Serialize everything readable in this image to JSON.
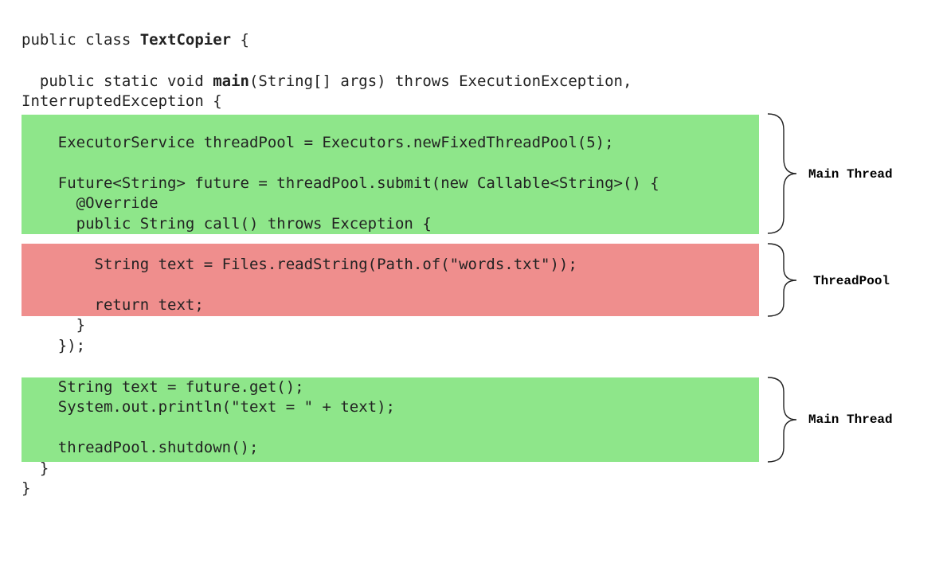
{
  "colors": {
    "main_thread_highlight": "#8ee68a",
    "thread_pool_highlight": "#ef8e8d"
  },
  "code": {
    "class_decl": {
      "keyword": "public class ",
      "name": "TextCopier",
      "rest": " {"
    },
    "main_decl": {
      "keyword": "  public static void ",
      "name": "main",
      "rest": "(String[] args) throws ExecutionException,"
    },
    "main_decl_cont": "InterruptedException {",
    "executor_line": "    ExecutorService threadPool = Executors.newFixedThreadPool(5);",
    "future_line": "    Future<String> future = threadPool.submit(new Callable<String>() {",
    "override_line": "      @Override",
    "call_decl_line": "      public String call() throws Exception {",
    "read_line": "        String text = Files.readString(Path.of(\"words.txt\"));",
    "return_line": "        return text;",
    "close_call_line": "      }",
    "close_submit_line": "    });",
    "get_line": "    String text = future.get();",
    "print_line": "    System.out.println(\"text = \" + text);",
    "shutdown_line": "    threadPool.shutdown();",
    "close_main_line": "  }",
    "close_class_line": "}"
  },
  "annotations": {
    "block1_label": "Main Thread",
    "block2_label": "ThreadPool",
    "block3_label": "Main Thread"
  }
}
